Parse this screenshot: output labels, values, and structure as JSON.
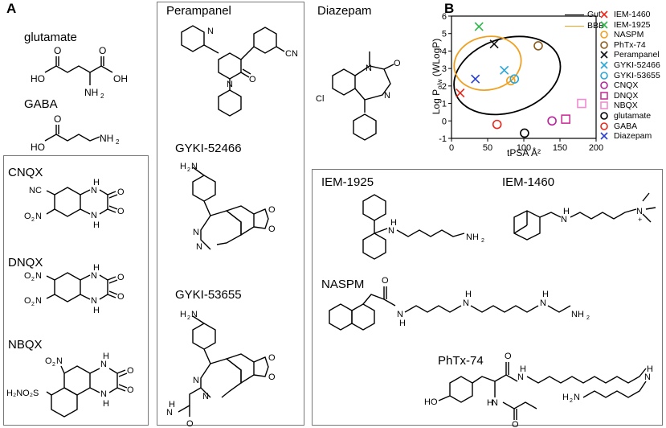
{
  "panels": {
    "a": "A",
    "b": "B"
  },
  "molecules": {
    "glutamate": "glutamate",
    "gaba": "GABA",
    "cnqx": "CNQX",
    "dnqx": "DNQX",
    "nbqx": "NBQX",
    "perampanel": "Perampanel",
    "diazepam": "Diazepam",
    "gyki52466": "GYKI-52466",
    "gyki53655": "GYKI-53655",
    "iem1925": "IEM-1925",
    "iem1460": "IEM-1460",
    "naspm": "NASPM",
    "phtx74": "PhTx-74"
  },
  "atoms": {
    "ho": "HO",
    "oh": "OH",
    "o": "O",
    "n": "N",
    "h": "H",
    "nh2": "NH",
    "nh2_sub": "2",
    "h2n": "H",
    "h2n_2": "2",
    "h2n_n": "N",
    "nc": "NC",
    "cn": "CN",
    "cl": "Cl",
    "o2n": "O",
    "o2n_2": "2",
    "o2n_n": "N",
    "h2no2s": "H₂NO₂S",
    "nplus": "N",
    "plus": "+"
  },
  "chart_data": {
    "type": "scatter",
    "title": "",
    "xlabel": "tPSA Å²",
    "ylabel_prefix": "Log P",
    "ylabel_sub": "o/w",
    "ylabel_suffix": " (WLogP)",
    "xlim": [
      0,
      200
    ],
    "ylim": [
      -1,
      6
    ],
    "xticks": [
      "0",
      "50",
      "100",
      "150",
      "200"
    ],
    "yticks": [
      "-1",
      "0",
      "1",
      "2",
      "3",
      "4",
      "5",
      "6"
    ],
    "grid": false,
    "legend_placement": "top-left",
    "ellipse_legend": [
      {
        "name": "Gut",
        "color": "#000000"
      },
      {
        "name": "BBB",
        "color": "#f0a020"
      }
    ],
    "series": [
      {
        "name": "IEM-1460",
        "marker": "x",
        "color": "#e8281c",
        "x": 12,
        "y": 1.6
      },
      {
        "name": "IEM-1925",
        "marker": "x",
        "color": "#2db84a",
        "x": 38,
        "y": 5.4
      },
      {
        "name": "NASPM",
        "marker": "o",
        "color": "#f0a020",
        "x": 82,
        "y": 2.3
      },
      {
        "name": "PhTx-74",
        "marker": "o",
        "color": "#8b5a1a",
        "x": 120,
        "y": 4.3
      },
      {
        "name": "Perampanel",
        "marker": "x",
        "color": "#111111",
        "x": 59,
        "y": 4.4
      },
      {
        "name": "GYKI-52466",
        "marker": "x",
        "color": "#2aa6d8",
        "x": 73,
        "y": 2.9
      },
      {
        "name": "GYKI-53655",
        "marker": "o",
        "color": "#2aa6d8",
        "x": 87,
        "y": 2.4
      },
      {
        "name": "CNQX",
        "marker": "o",
        "color": "#b8239a",
        "x": 139,
        "y": 0.0
      },
      {
        "name": "DNQX",
        "marker": "s",
        "color": "#cc3399",
        "x": 158,
        "y": 0.1
      },
      {
        "name": "NBQX",
        "marker": "s",
        "color": "#f08cd0",
        "x": 180,
        "y": 1.0
      },
      {
        "name": "glutamate",
        "marker": "o",
        "color": "#000000",
        "x": 101,
        "y": -0.7
      },
      {
        "name": "GABA",
        "marker": "o",
        "color": "#e8281c",
        "x": 63,
        "y": -0.2
      },
      {
        "name": "Diazepam",
        "marker": "x",
        "color": "#2a40d0",
        "x": 33,
        "y": 2.4
      }
    ]
  }
}
